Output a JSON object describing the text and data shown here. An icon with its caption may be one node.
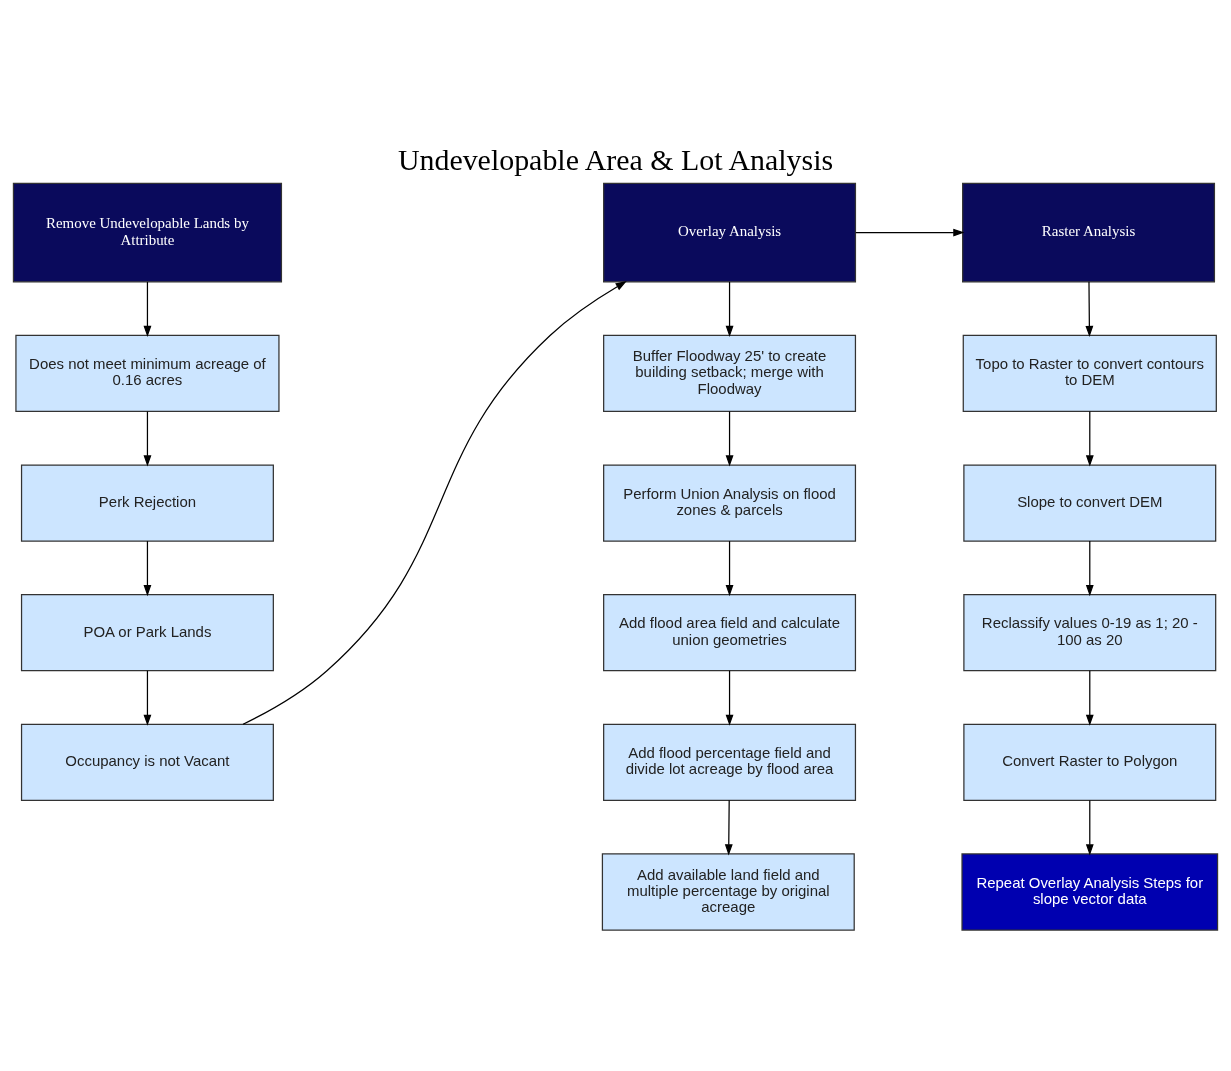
{
  "diagram": {
    "title": "Undevelopable Area & Lot Analysis",
    "nodes": [
      {
        "text": [
          "Remove Undevelopable Lands by Attribute"
        ]
      },
      {
        "text": [
          "Does not meet minimum acreage of 0.16 acres"
        ]
      },
      {
        "text": [
          "Perk Rejection"
        ]
      },
      {
        "text": [
          "POA or Park Lands"
        ]
      },
      {
        "text": [
          "Occupancy is not Vacant"
        ]
      },
      {
        "text": [
          "Overlay Analysis"
        ]
      },
      {
        "text": [
          "Buffer Floodway 25' to create building setback; merge with Floodway"
        ]
      },
      {
        "text": [
          "Perform Union Analysis on flood zones & parcels"
        ]
      },
      {
        "text": [
          "Add flood area field and calculate union geometries"
        ]
      },
      {
        "text": [
          "Add flood percentage field and divide lot acreage by flood area"
        ]
      },
      {
        "text": [
          "Add available land field and multiple percentage by original acreage"
        ]
      },
      {
        "text": [
          "Raster Analysis"
        ]
      },
      {
        "text": [
          "Topo to Raster to convert contours to DEM"
        ]
      },
      {
        "text": [
          "Slope to convert DEM"
        ]
      },
      {
        "text": [
          "Reclassify values 0-19 as 1; 20 - 100 as 20"
        ]
      },
      {
        "text": [
          "Convert Raster to Polygon"
        ]
      },
      {
        "text": [
          "Repeat Overlay Analysis Steps for slope vector data"
        ]
      }
    ],
    "edges": [
      {
        "from": 0,
        "to": 1,
        "arrow": "to"
      },
      {
        "from": 1,
        "to": 2,
        "arrow": "to"
      },
      {
        "from": 2,
        "to": 3,
        "arrow": "to"
      },
      {
        "from": 3,
        "to": 4,
        "arrow": "to"
      },
      {
        "from": 4,
        "to": 5,
        "arrow": "to"
      },
      {
        "from": 5,
        "to": 11,
        "arrow": "to"
      },
      {
        "from": 5,
        "to": 6,
        "arrow": "to"
      },
      {
        "from": 6,
        "to": 7,
        "arrow": "to"
      },
      {
        "from": 7,
        "to": 8,
        "arrow": "to"
      },
      {
        "from": 8,
        "to": 9,
        "arrow": "to"
      },
      {
        "from": 9,
        "to": 10,
        "arrow": "to"
      },
      {
        "from": 11,
        "to": 12,
        "arrow": "to"
      },
      {
        "from": 12,
        "to": 13,
        "arrow": "to"
      },
      {
        "from": 13,
        "to": 14,
        "arrow": "to"
      },
      {
        "from": 14,
        "to": 15,
        "arrow": "to"
      },
      {
        "from": 15,
        "to": 16,
        "arrow": "to"
      }
    ]
  }
}
